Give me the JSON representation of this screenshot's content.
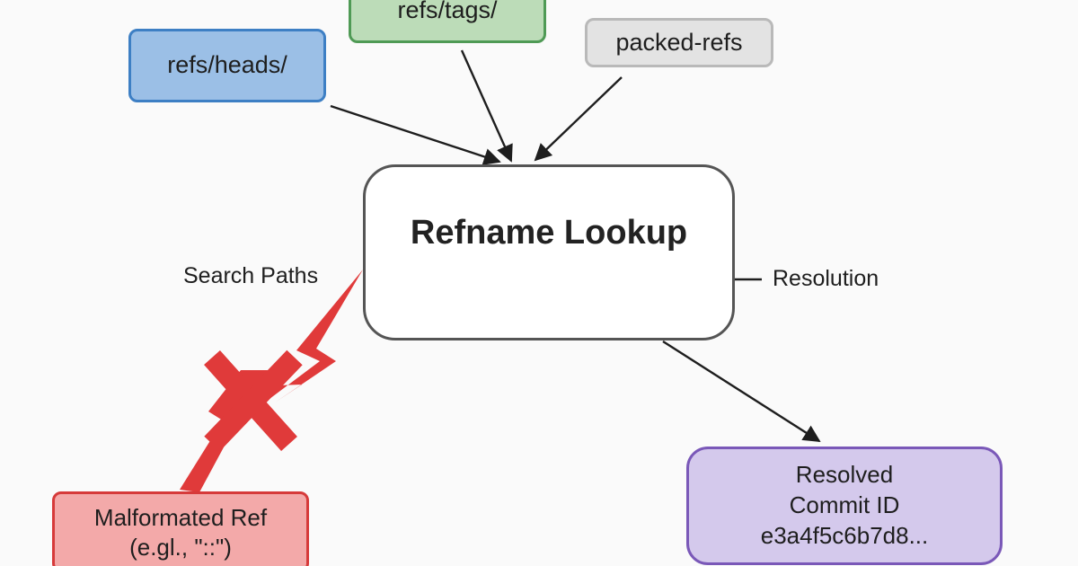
{
  "nodes": {
    "heads": {
      "label": "refs/heads/"
    },
    "tags": {
      "label": "refs/tags/"
    },
    "packed": {
      "label": "packed-refs"
    },
    "lookup": {
      "label": "Refname Lookup"
    },
    "resolved": {
      "label": "Resolved\nCommit ID\ne3a4f5c6b7d8..."
    },
    "malformed": {
      "label": "Malformated Ref\n(e.gl., \"::\")"
    }
  },
  "edge_labels": {
    "search_paths": "Search Paths",
    "resolution": "Resolution"
  },
  "colors": {
    "heads": "#9bbfe6",
    "tags": "#bcdcb8",
    "packed": "#e3e3e3",
    "resolved": "#d4c9ec",
    "malformed": "#f3a9a9",
    "error_mark": "#e03a3a"
  },
  "icons": {
    "error_mark": "cross-x-icon",
    "error_link": "lightning-bolt-icon"
  }
}
